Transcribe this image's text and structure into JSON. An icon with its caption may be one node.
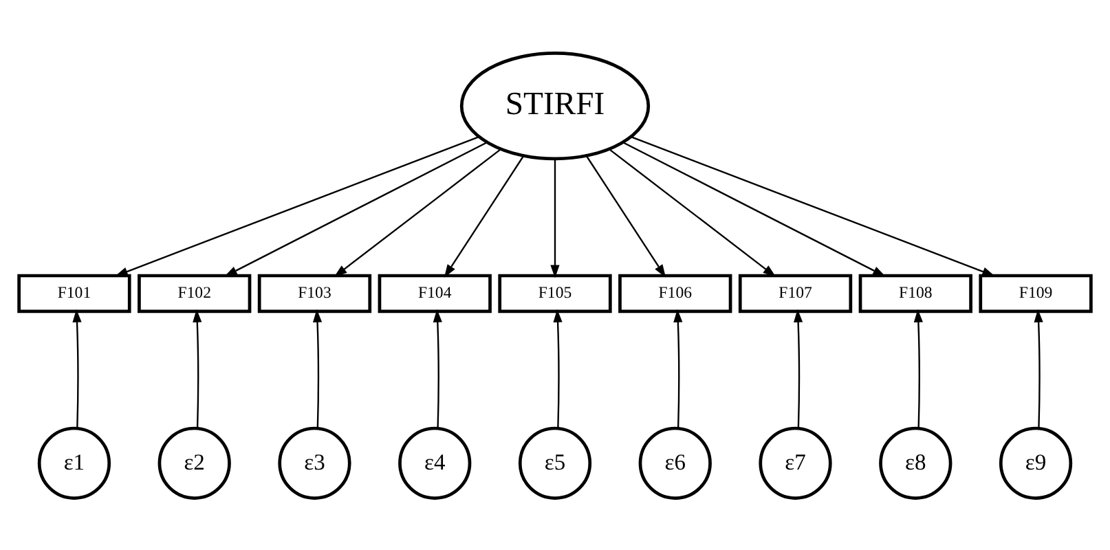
{
  "diagram": {
    "nodes": [
      {
        "text": [
          "STIRFI"
        ]
      },
      {
        "text": [
          "F101"
        ]
      },
      {
        "text": [
          "F102"
        ]
      },
      {
        "text": [
          "F103"
        ]
      },
      {
        "text": [
          "F104"
        ]
      },
      {
        "text": [
          "F105"
        ]
      },
      {
        "text": [
          "F106"
        ]
      },
      {
        "text": [
          "F107"
        ]
      },
      {
        "text": [
          "F108"
        ]
      },
      {
        "text": [
          "F109"
        ]
      },
      {
        "text": [
          "ε1"
        ]
      },
      {
        "text": [
          "ε2"
        ]
      },
      {
        "text": [
          "ε3"
        ]
      },
      {
        "text": [
          "ε4"
        ]
      },
      {
        "text": [
          "ε5"
        ]
      },
      {
        "text": [
          "ε6"
        ]
      },
      {
        "text": [
          "ε7"
        ]
      },
      {
        "text": [
          "ε8"
        ]
      },
      {
        "text": [
          "ε9"
        ]
      }
    ],
    "edges": [
      {
        "from": 0,
        "to": 1,
        "arrow": "to"
      },
      {
        "from": 0,
        "to": 2,
        "arrow": "to"
      },
      {
        "from": 0,
        "to": 3,
        "arrow": "to"
      },
      {
        "from": 0,
        "to": 4,
        "arrow": "to"
      },
      {
        "from": 0,
        "to": 5,
        "arrow": "to"
      },
      {
        "from": 0,
        "to": 6,
        "arrow": "to"
      },
      {
        "from": 0,
        "to": 7,
        "arrow": "to"
      },
      {
        "from": 0,
        "to": 8,
        "arrow": "to"
      },
      {
        "from": 0,
        "to": 9,
        "arrow": "to"
      },
      {
        "from": 10,
        "to": 1,
        "arrow": "to"
      },
      {
        "from": 11,
        "to": 2,
        "arrow": "to"
      },
      {
        "from": 12,
        "to": 3,
        "arrow": "to"
      },
      {
        "from": 13,
        "to": 4,
        "arrow": "to"
      },
      {
        "from": 14,
        "to": 5,
        "arrow": "to"
      },
      {
        "from": 15,
        "to": 6,
        "arrow": "to"
      },
      {
        "from": 16,
        "to": 7,
        "arrow": "to"
      },
      {
        "from": 17,
        "to": 8,
        "arrow": "to"
      },
      {
        "from": 18,
        "to": 9,
        "arrow": "to"
      }
    ]
  }
}
